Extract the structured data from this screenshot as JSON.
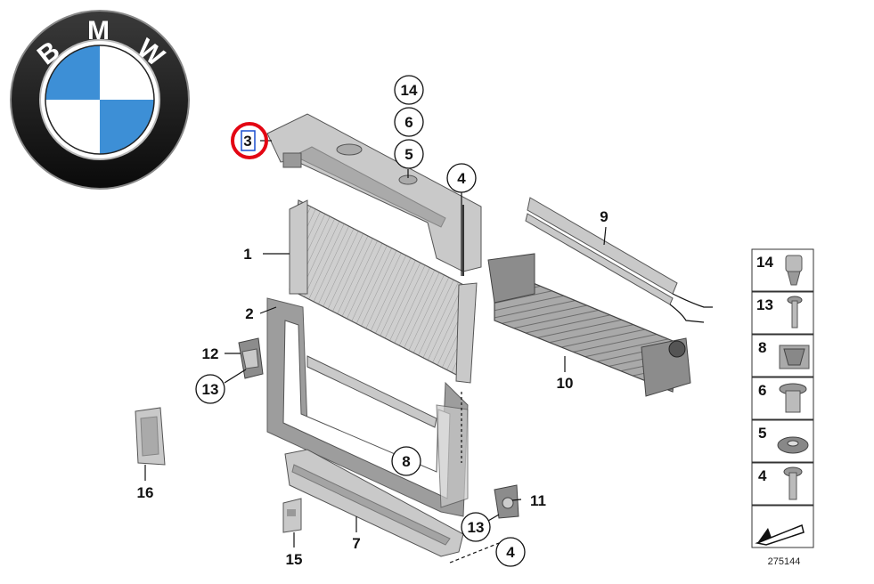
{
  "logo": {
    "letters": [
      "B",
      "M",
      "W"
    ]
  },
  "callouts": {
    "c1": "1",
    "c2": "2",
    "c3": "3",
    "c4a": "4",
    "c4b": "4",
    "c5": "5",
    "c6": "6",
    "c7": "7",
    "c8": "8",
    "c9": "9",
    "c10": "10",
    "c11": "11",
    "c12": "12",
    "c13a": "13",
    "c13b": "13",
    "c14": "14",
    "c15": "15",
    "c16": "16"
  },
  "legend": {
    "items": [
      {
        "num": "14",
        "icon": "clip-icon"
      },
      {
        "num": "13",
        "icon": "screw-icon"
      },
      {
        "num": "8",
        "icon": "bracket-clip-icon"
      },
      {
        "num": "6",
        "icon": "grommet-icon"
      },
      {
        "num": "5",
        "icon": "rubber-mount-icon"
      },
      {
        "num": "4",
        "icon": "bolt-icon"
      }
    ]
  },
  "diagram_number": "275144",
  "colors": {
    "highlight": "#e30613",
    "bmw_blue": "#3d8fd6",
    "bmw_ring": "#1a1a1a"
  }
}
